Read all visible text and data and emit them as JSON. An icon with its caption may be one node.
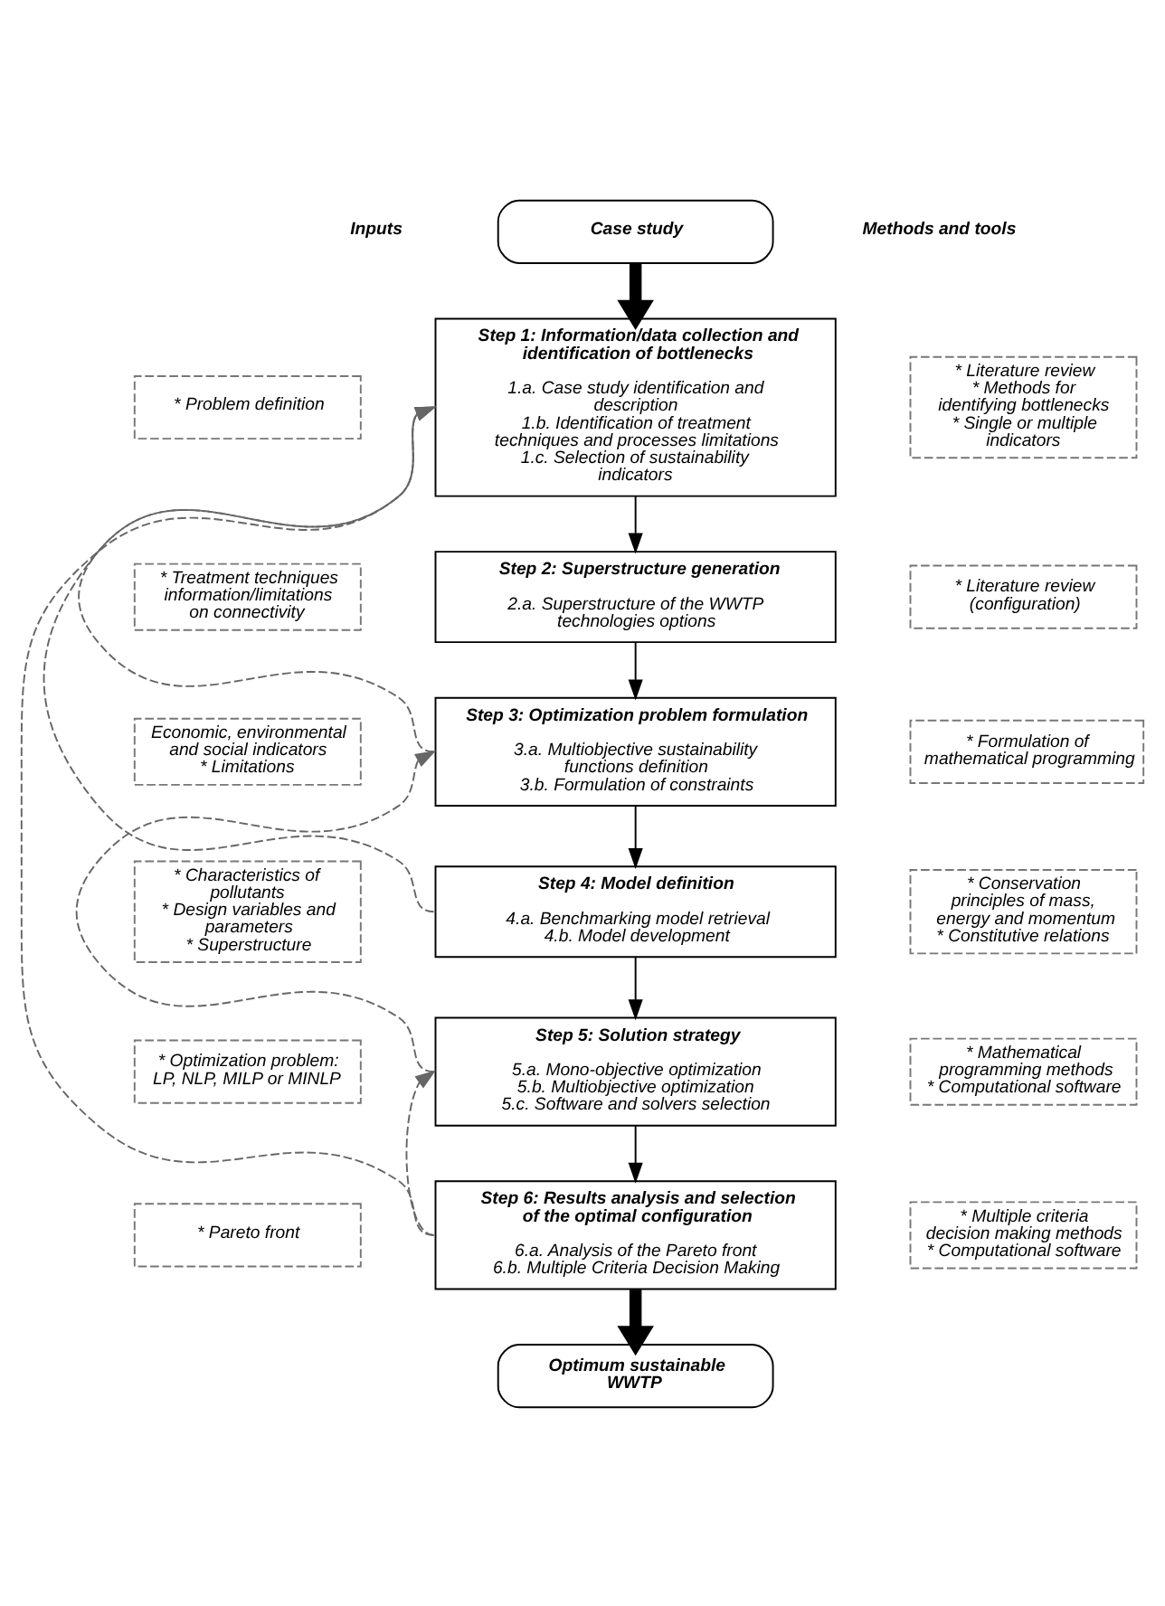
{
  "diagram": {
    "nodes": [
      {
        "text": [
          "Case study"
        ]
      },
      {
        "text": [
          "Step 1: Information/data collection and identification of bottlenecks",
          "1.a. Case study identification and description",
          "1.b. Identification of treatment techniques and processes limitations",
          "1.c. Selection of sustainability indicators"
        ]
      },
      {
        "text": [
          "Step 2: Superstructure generation",
          "2.a. Superstructure of the WWTP technologies options"
        ]
      },
      {
        "text": [
          "Step 3: Optimization problem formulation",
          "3.a. Multiobjective sustainability functions definition",
          "3.b. Formulation of constraints"
        ]
      },
      {
        "text": [
          "Step 4: Model definition",
          "4.a. Benchmarking model retrieval",
          "4.b. Model development"
        ]
      },
      {
        "text": [
          "Step 5: Solution strategy",
          "5.a. Mono-objective optimization",
          "5.b. Multiobjective optimization",
          "5.c. Software and solvers selection"
        ]
      },
      {
        "text": [
          "Step 6: Results analysis and selection of the optimal configuration",
          "6.a. Analysis of the Pareto front",
          "6.b. Multiple Criteria Decision Making"
        ]
      },
      {
        "text": [
          "Optimum sustainable WWTP"
        ]
      },
      {
        "text": [
          "* Problem definition"
        ]
      },
      {
        "text": [
          "* Treatment techniques information/limitations on connectivity"
        ]
      },
      {
        "text": [
          "Economic, environmental and social indicators",
          "* Limitations"
        ]
      },
      {
        "text": [
          "* Characteristics of pollutants",
          "* Design variables and parameters",
          "* Superstructure"
        ]
      },
      {
        "text": [
          "* Optimization problem: LP, NLP, MILP or MINLP"
        ]
      },
      {
        "text": [
          "* Pareto front"
        ]
      },
      {
        "text": [
          "* Literature review",
          "* Methods for identifying bottlenecks",
          "* Single or multiple indicators"
        ]
      },
      {
        "text": [
          "* Literature review (configuration)"
        ]
      },
      {
        "text": [
          "* Formulation of mathematical programming"
        ]
      },
      {
        "text": [
          "* Conservation principles of mass, energy and momentum",
          "* Constitutive relations"
        ]
      },
      {
        "text": [
          "* Mathematical programming methods",
          "* Computational software"
        ]
      },
      {
        "text": [
          "* Multiple criteria decision making methods",
          "* Computational software"
        ]
      }
    ],
    "edges": [
      {
        "from": 0,
        "to": 1,
        "arrow": "to",
        "style": "thick"
      },
      {
        "from": 1,
        "to": 2,
        "arrow": "to"
      },
      {
        "from": 2,
        "to": 3,
        "arrow": "to"
      },
      {
        "from": 3,
        "to": 4,
        "arrow": "to"
      },
      {
        "from": 4,
        "to": 5,
        "arrow": "to"
      },
      {
        "from": 5,
        "to": 6,
        "arrow": "to"
      },
      {
        "from": 6,
        "to": 7,
        "arrow": "to",
        "style": "thick"
      },
      {
        "from": 3,
        "to": 1,
        "arrow": "to",
        "style": "dashed",
        "color": "#666666"
      },
      {
        "from": 4,
        "to": 1,
        "arrow": "to",
        "style": "dashed",
        "color": "#666666"
      },
      {
        "from": 5,
        "to": 3,
        "arrow": "to",
        "style": "dashed",
        "color": "#666666"
      },
      {
        "from": 6,
        "to": 5,
        "arrow": "to",
        "style": "dashed",
        "color": "#666666"
      },
      {
        "from": 6,
        "to": 1,
        "arrow": "to",
        "style": "dashed",
        "color": "#666666"
      }
    ],
    "labels": [
      "Inputs",
      "Methods and tools"
    ]
  }
}
